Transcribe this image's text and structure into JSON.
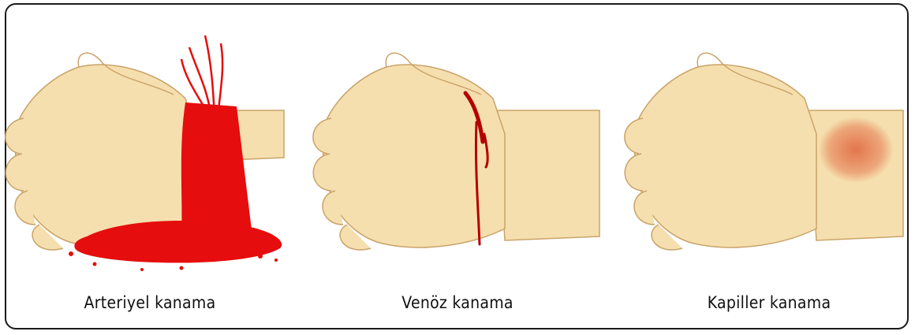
{
  "panels": [
    {
      "caption": "Arteriyel kanama"
    },
    {
      "caption": "Venöz kanama"
    },
    {
      "caption": "Kapiller kanama"
    }
  ],
  "colors": {
    "skin": "#f6dfae",
    "skin_shadow": "#e2c08a",
    "outline": "#c9a36a",
    "blood": "#e50d0d",
    "blood_dark": "#b30000",
    "capillary": "#e0623a"
  }
}
